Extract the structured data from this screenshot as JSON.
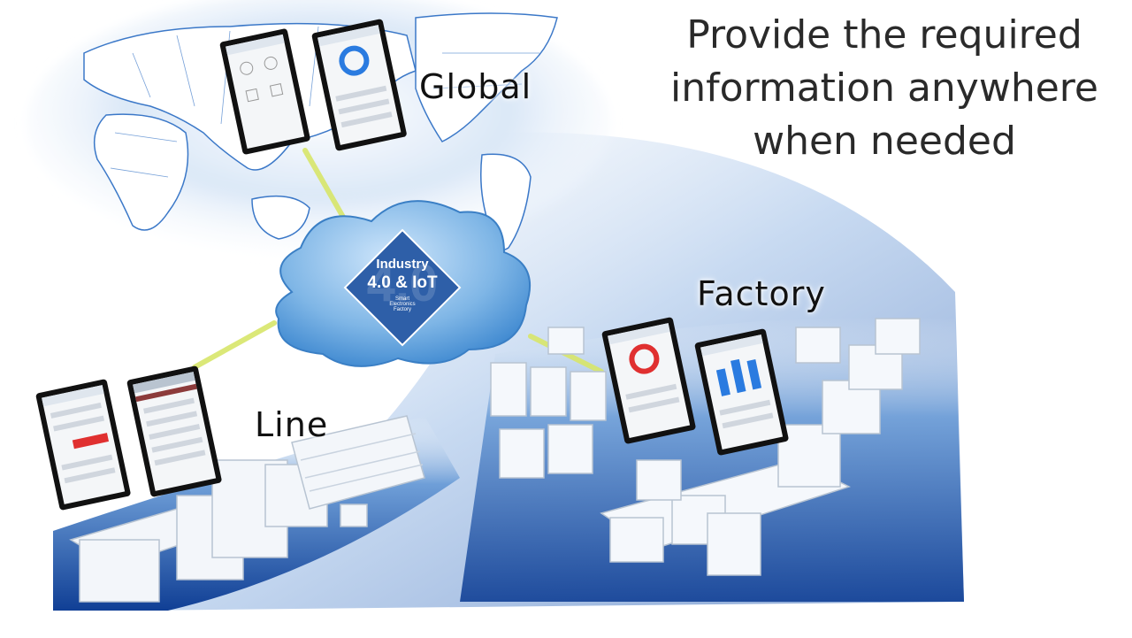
{
  "headline": {
    "line1": "Provide the required",
    "line2": "information anywhere",
    "line3": "when needed"
  },
  "labels": {
    "global": "Global",
    "factory": "Factory",
    "line": "Line"
  },
  "cloud": {
    "title": "Industry",
    "subtitle": "4.0 & IoT",
    "caption1": "Smart",
    "caption2": "Electronics",
    "caption3": "Factory"
  },
  "colors": {
    "map_blue": "#3b78c8",
    "deep_blue": "#1a4fa0",
    "cloud_blue": "#7fb6e6",
    "badge_blue": "#2e5fa8",
    "connector": "#d8e66a",
    "gauge_blue": "#2a7be0",
    "gauge_red": "#e03030"
  }
}
